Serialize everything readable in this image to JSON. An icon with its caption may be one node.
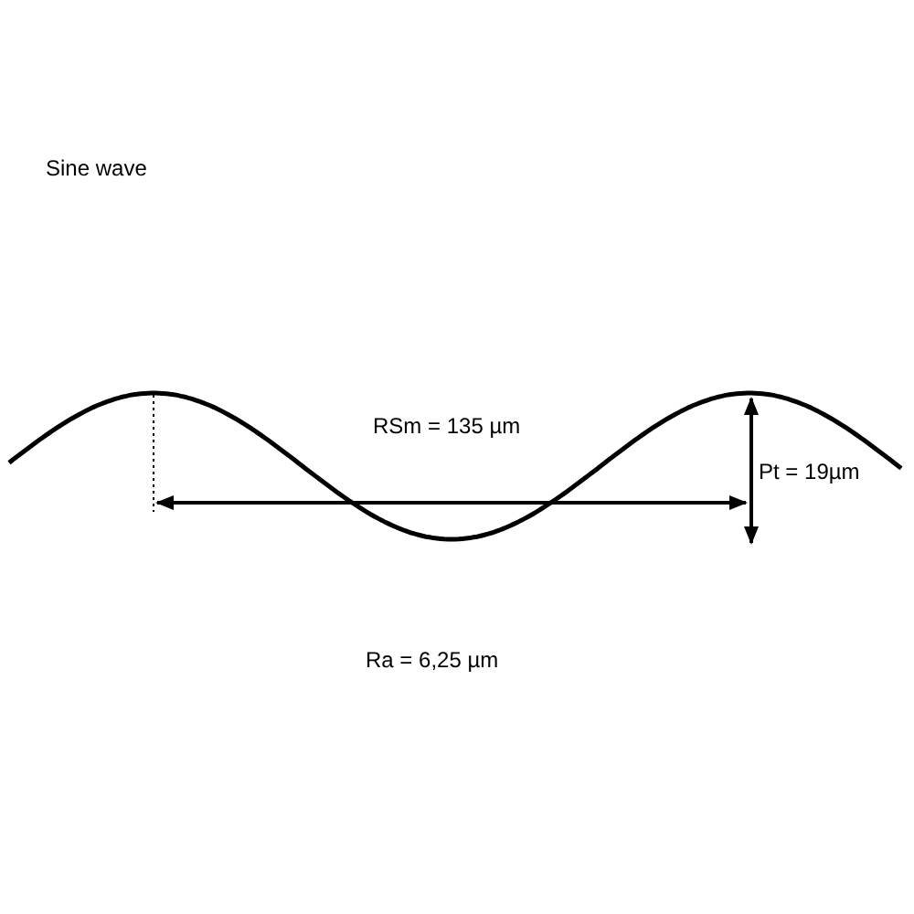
{
  "diagram": {
    "title": "Sine wave",
    "labels": [
      "RSm = 135 µm",
      "Pt = 19µm",
      "Ra = 6,25 µm"
    ]
  }
}
